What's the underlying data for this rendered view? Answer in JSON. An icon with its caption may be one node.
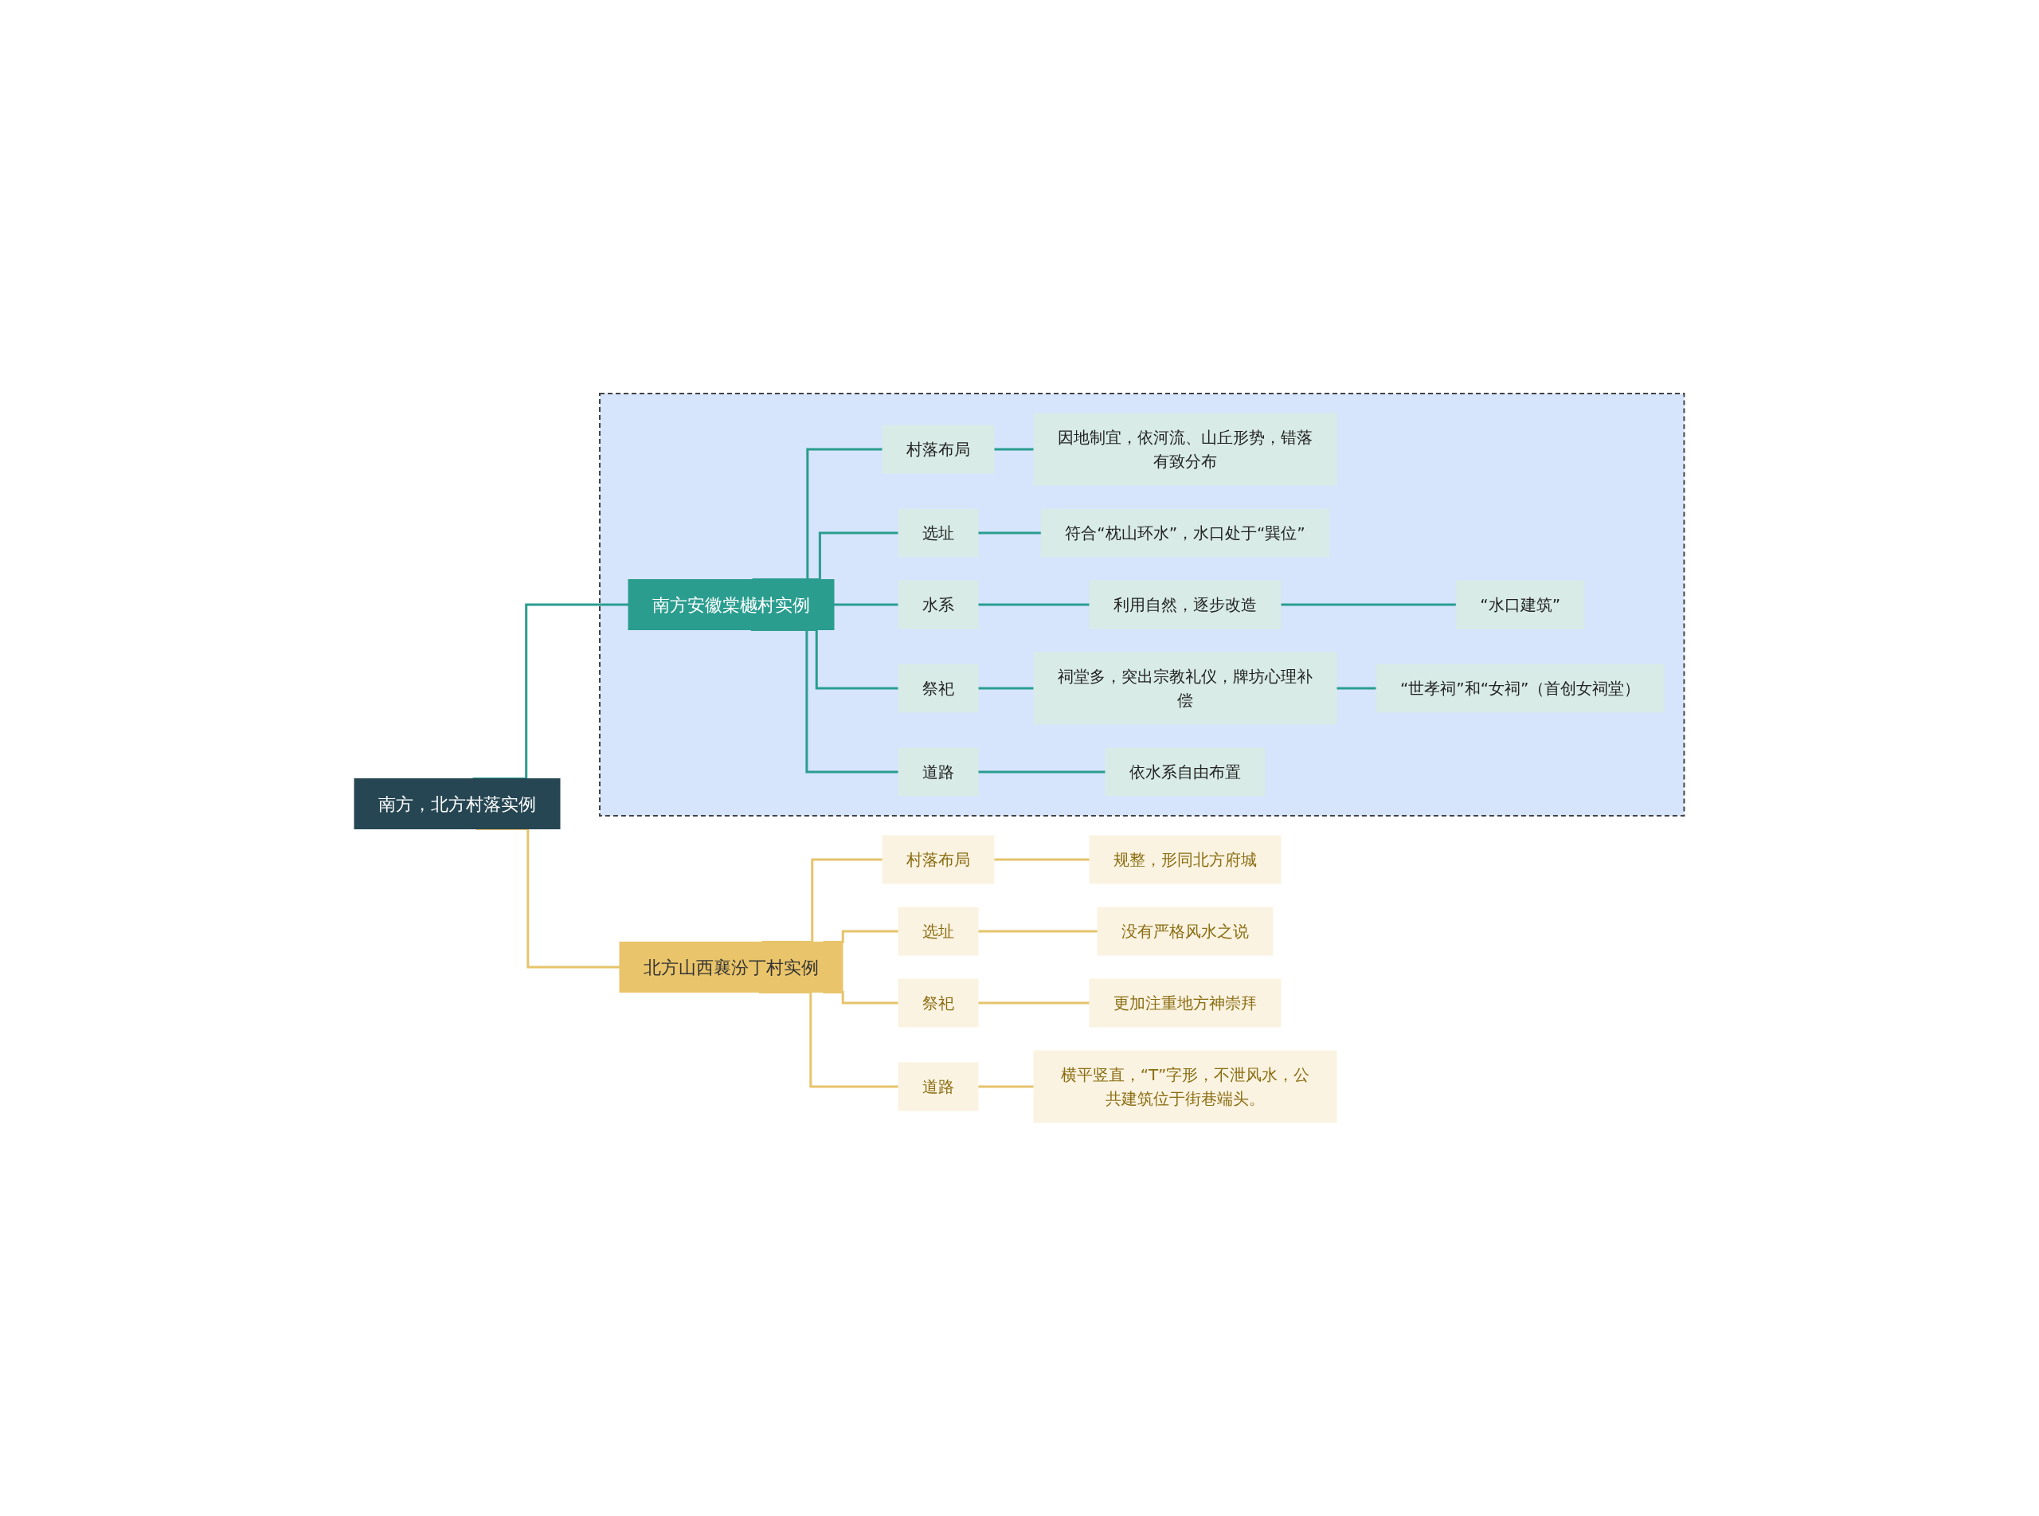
{
  "diagram": {
    "nodes": [
      {
        "text": [
          "南方，北方村落实例"
        ]
      },
      {
        "text": [],
        "shape": "box"
      },
      {
        "text": [
          "南方安徽棠樾村实例"
        ],
        "in": 1
      },
      {
        "text": [
          "村落布局"
        ],
        "in": 1
      },
      {
        "text": [
          "因地制宜，依河流、山丘形势，错落有致分布"
        ],
        "in": 1
      },
      {
        "text": [
          "选址"
        ],
        "in": 1
      },
      {
        "text": [
          "符合“枕山环水”，水口处于“巽位”"
        ],
        "in": 1
      },
      {
        "text": [
          "水系"
        ],
        "in": 1
      },
      {
        "text": [
          "利用自然，逐步改造"
        ],
        "in": 1
      },
      {
        "text": [
          "“水口建筑”"
        ],
        "in": 1
      },
      {
        "text": [
          "祭祀"
        ],
        "in": 1
      },
      {
        "text": [
          "祠堂多，突出宗教礼仪，牌坊心理补偿"
        ],
        "in": 1
      },
      {
        "text": [
          "“世孝祠”和“女祠”（首创女祠堂）"
        ],
        "in": 1
      },
      {
        "text": [
          "道路"
        ],
        "in": 1
      },
      {
        "text": [
          "依水系自由布置"
        ],
        "in": 1
      },
      {
        "text": [
          "北方山西襄汾丁村实例"
        ]
      },
      {
        "text": [
          "村落布局"
        ]
      },
      {
        "text": [
          "规整，形同北方府城"
        ]
      },
      {
        "text": [
          "选址"
        ]
      },
      {
        "text": [
          "没有严格风水之说"
        ]
      },
      {
        "text": [
          "祭祀"
        ]
      },
      {
        "text": [
          "更加注重地方神崇拜"
        ]
      },
      {
        "text": [
          "道路"
        ]
      },
      {
        "text": [
          "横平竖直，“T”字形，不泄风水，公共建筑位于街巷端头。"
        ]
      }
    ],
    "edges": [
      {
        "from": 0,
        "to": 2,
        "arrow": "none"
      },
      {
        "from": 2,
        "to": 3,
        "arrow": "none"
      },
      {
        "from": 3,
        "to": 4,
        "arrow": "none"
      },
      {
        "from": 2,
        "to": 5,
        "arrow": "none"
      },
      {
        "from": 5,
        "to": 6,
        "arrow": "none"
      },
      {
        "from": 2,
        "to": 7,
        "arrow": "none"
      },
      {
        "from": 7,
        "to": 8,
        "arrow": "none"
      },
      {
        "from": 8,
        "to": 9,
        "arrow": "none"
      },
      {
        "from": 2,
        "to": 10,
        "arrow": "none"
      },
      {
        "from": 10,
        "to": 11,
        "arrow": "none"
      },
      {
        "from": 11,
        "to": 12,
        "arrow": "none"
      },
      {
        "from": 2,
        "to": 13,
        "arrow": "none"
      },
      {
        "from": 13,
        "to": 14,
        "arrow": "none"
      },
      {
        "from": 0,
        "to": 15,
        "arrow": "none",
        "color": "#e6c46b"
      },
      {
        "from": 15,
        "to": 16,
        "arrow": "none",
        "color": "#e6c46b"
      },
      {
        "from": 16,
        "to": 17,
        "arrow": "none",
        "color": "#e6c46b"
      },
      {
        "from": 15,
        "to": 18,
        "arrow": "none",
        "color": "#e6c46b"
      },
      {
        "from": 18,
        "to": 19,
        "arrow": "none",
        "color": "#e6c46b"
      },
      {
        "from": 15,
        "to": 20,
        "arrow": "none",
        "color": "#e6c46b"
      },
      {
        "from": 20,
        "to": 21,
        "arrow": "none",
        "color": "#e6c46b"
      },
      {
        "from": 15,
        "to": 22,
        "arrow": "none",
        "color": "#e6c46b"
      },
      {
        "from": 22,
        "to": 23,
        "arrow": "none",
        "color": "#e6c46b"
      }
    ]
  }
}
